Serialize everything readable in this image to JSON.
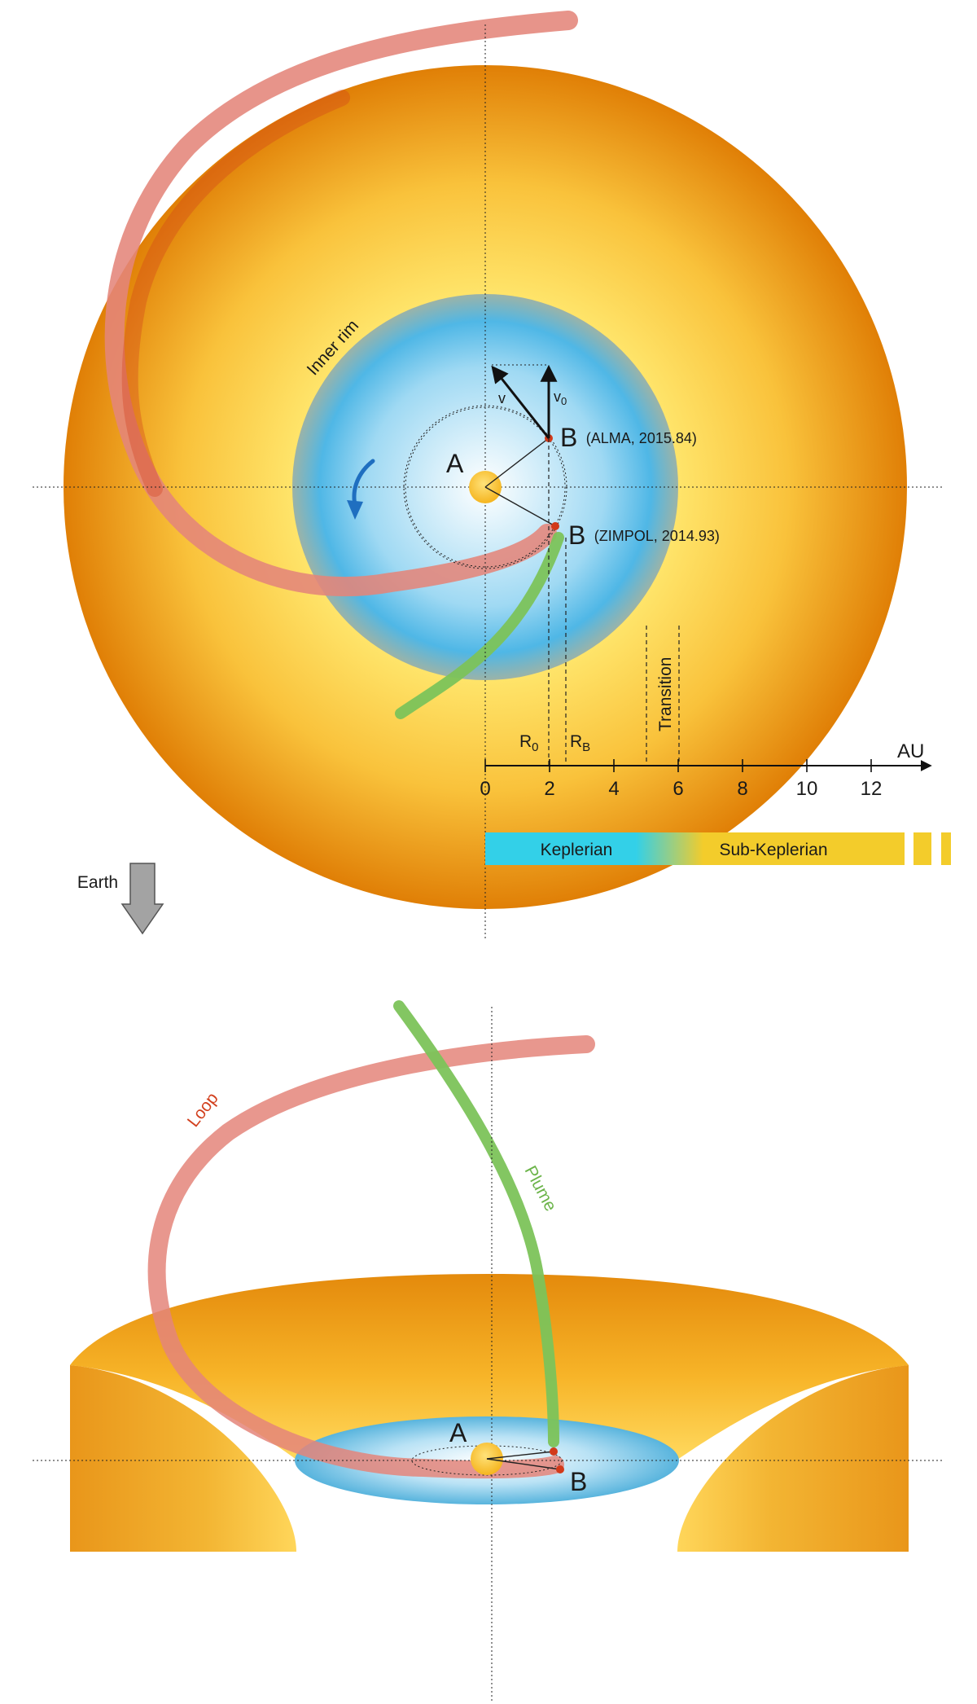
{
  "colors": {
    "disk_center": "#ffe56b",
    "disk_edge": "#e07f06",
    "cavity_center": "#ffffff",
    "cavity_edge": "#4fb7e6",
    "star": "#f5b51f",
    "companion": "#d23a1a",
    "loop": "#e4857a",
    "plume": "#7cc35a",
    "rotation_arrow": "#1f6fc0",
    "keplerian": "#33d0e8",
    "sub_keplerian": "#f3cc2b"
  },
  "top_view": {
    "inner_rim_label": "Inner rim",
    "star_label": "A",
    "companion_alma": {
      "label": "B",
      "detail": "(ALMA, 2015.84)"
    },
    "companion_zimpol": {
      "label": "B",
      "detail": "(ZIMPOL, 2014.93)"
    },
    "velocity_labels": {
      "v": "v",
      "v0": "v",
      "v0_sub": "0"
    },
    "radius_labels": {
      "r0": "R",
      "r0_sub": "0",
      "rb": "R",
      "rb_sub": "B"
    },
    "transition_label": "Transition",
    "axis": {
      "unit": "AU",
      "ticks": [
        "0",
        "2",
        "4",
        "6",
        "8",
        "10",
        "12"
      ]
    },
    "regime_bar": {
      "keplerian": "Keplerian",
      "sub_keplerian": "Sub-Keplerian"
    }
  },
  "earth_indicator": {
    "label": "Earth",
    "icon": "down-arrow-icon"
  },
  "side_view": {
    "loop_label": "Loop",
    "plume_label": "Plume",
    "star_label": "A",
    "companion_label": "B"
  }
}
